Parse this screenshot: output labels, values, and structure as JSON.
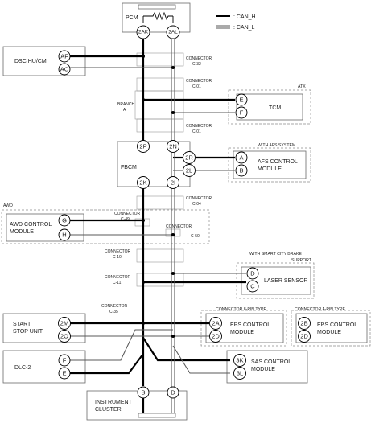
{
  "legend": {
    "can_h": ": CAN_H",
    "can_l": ": CAN_L"
  },
  "modules": {
    "pcm": "PCM",
    "dsc": "DSC HU/CM",
    "tcm": "TCM",
    "fbcm": "FBCM",
    "afs_line1": "AFS CONTROL",
    "afs_line2": "MODULE",
    "awd_line1": "AWD CONTROL",
    "awd_line2": "MODULE",
    "laser": "LASER SENSOR",
    "start_line1": "START",
    "start_line2": "STOP UNIT",
    "eps8_line1": "EPS CONTROL",
    "eps8_line2": "MODULE",
    "eps4_line1": "EPS CONTROL",
    "eps4_line2": "MODULE",
    "dlc": "DLC-2",
    "sas_line1": "SAS CONTROL",
    "sas_line2": "MODULE",
    "cluster_line1": "INSTRUMENT",
    "cluster_line2": "CLUSTER"
  },
  "groups": {
    "atx": "ATX",
    "afs": "WITH AFS SYSTEM",
    "awd": "AWD",
    "scbs_line1": "WITH SMART CITY BRAKE",
    "scbs_line2": "SUPPORT",
    "eps8": "CONNECTOR 8-PIN TYPE",
    "eps4": "CONNECTOR 4-PIN TYPE"
  },
  "connectors": {
    "word": "CONNECTOR",
    "c32": "C-32",
    "c01a": "C-01",
    "c01b": "C-01",
    "c04": "C-04",
    "c49": "C-49",
    "c50": "C-50",
    "c10": "C-10",
    "c11": "C-11",
    "c35": "C-35",
    "branch_line1": "BRANCH",
    "branch_line2": "A"
  },
  "pins": {
    "pcm_h": "2AK",
    "pcm_l": "2AL",
    "dsc_h": "AF",
    "dsc_l": "AC",
    "tcm_h": "E",
    "tcm_l": "F",
    "fbcm_top_h": "2P",
    "fbcm_top_l": "2N",
    "fbcm_bot_h": "2K",
    "fbcm_bot_l": "2I",
    "afs_h": "2R",
    "afs_l": "2L",
    "afs_mod_h": "A",
    "afs_mod_l": "B",
    "awd_h": "G",
    "awd_l": "H",
    "laser_l": "D",
    "laser_h": "C",
    "start_h": "2M",
    "start_l": "2O",
    "eps8_h": "2A",
    "eps8_l": "2D",
    "eps4_h": "2B",
    "eps4_l": "2D",
    "dlc_l": "F",
    "dlc_h": "E",
    "sas_h": "3K",
    "sas_l": "3L",
    "cluster_h": "B",
    "cluster_l": "D"
  }
}
